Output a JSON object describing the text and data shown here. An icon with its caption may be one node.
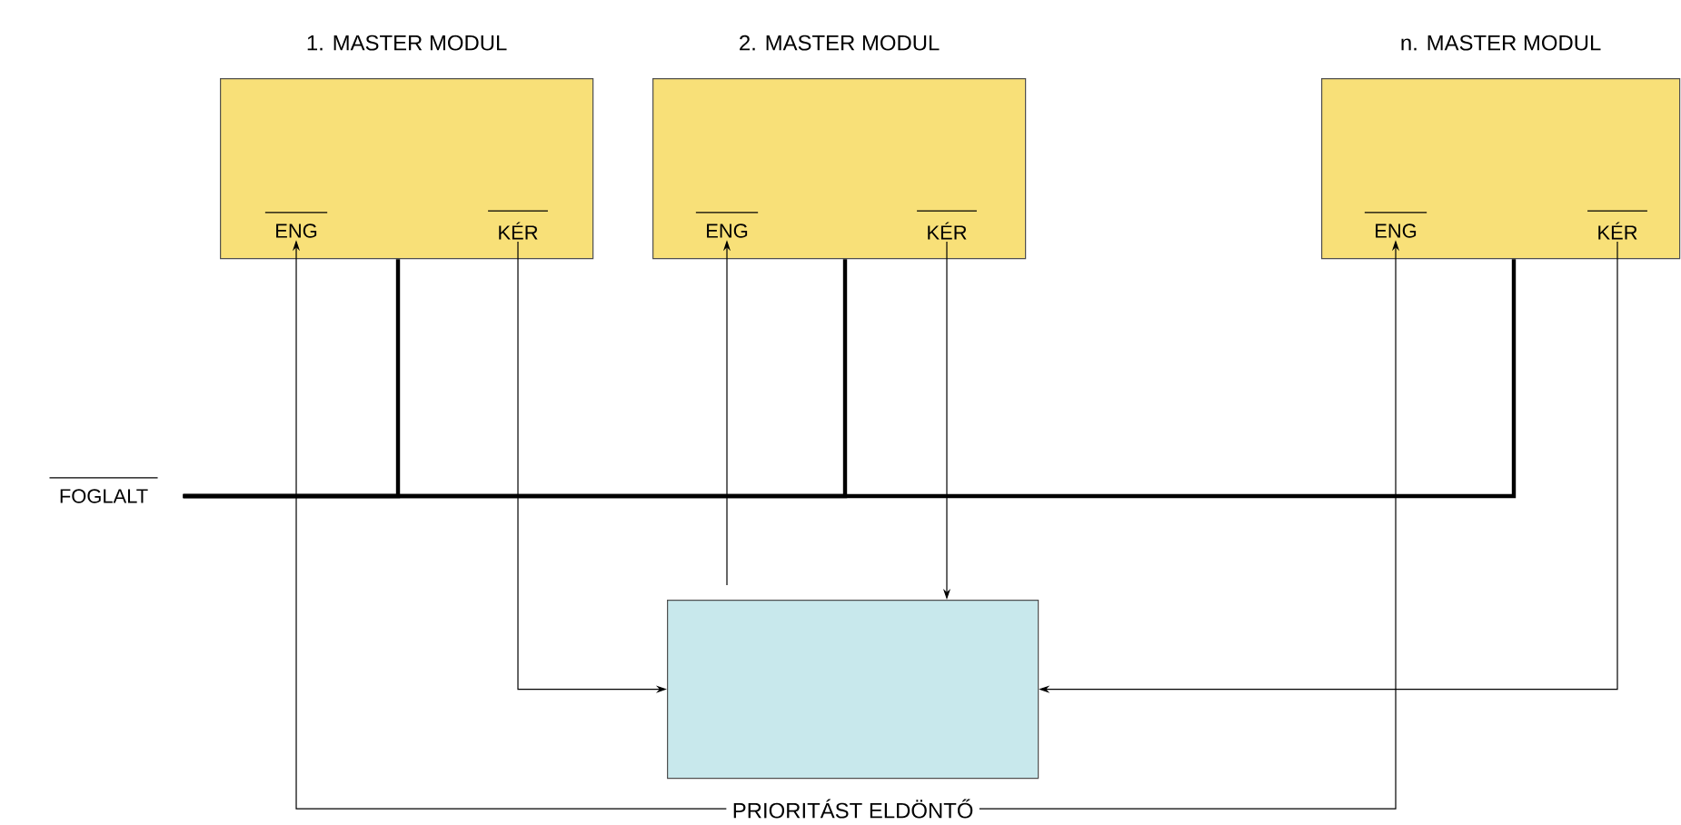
{
  "diagram": {
    "nodes": [
      {
        "text": [
          "1. MASTER MODUL"
        ]
      },
      {
        "text": [
          "ENG"
        ],
        "in": 0
      },
      {
        "text": [
          "KÉR"
        ],
        "in": 0
      },
      {
        "text": [
          "2. MASTER MODUL"
        ]
      },
      {
        "text": [
          "ENG"
        ],
        "in": 3
      },
      {
        "text": [
          "KÉR"
        ],
        "in": 3
      },
      {
        "text": [
          "n. MASTER MODUL"
        ]
      },
      {
        "text": [
          "ENG"
        ],
        "in": 6
      },
      {
        "text": [
          "KÉR"
        ],
        "in": 6
      },
      {
        "text": [
          "FOGLALT"
        ]
      },
      {
        "text": [
          "PRIORITÁST ELDÖNTŐ"
        ]
      }
    ],
    "edges": [
      {
        "from": 0,
        "to": 9,
        "arrow": "none",
        "style": "thick"
      },
      {
        "from": 3,
        "to": 9,
        "arrow": "none",
        "style": "thick"
      },
      {
        "from": 6,
        "to": 9,
        "arrow": "none",
        "style": "thick"
      },
      {
        "from": 2,
        "to": 10,
        "arrow": "to"
      },
      {
        "from": 5,
        "to": 10,
        "arrow": "to"
      },
      {
        "from": 8,
        "to": 10,
        "arrow": "to"
      },
      {
        "from": 10,
        "to": 1,
        "arrow": "to"
      },
      {
        "from": 10,
        "to": 4,
        "arrow": "to"
      },
      {
        "from": 10,
        "to": 7,
        "arrow": "to"
      }
    ]
  }
}
